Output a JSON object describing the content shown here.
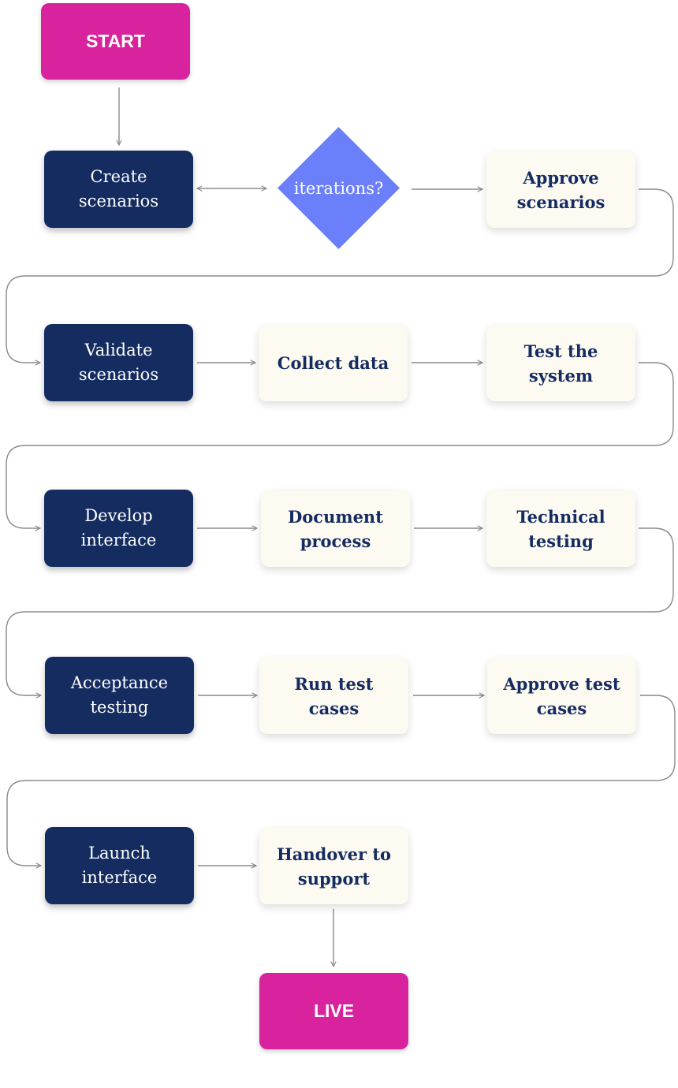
{
  "start": "START",
  "end": "LIVE",
  "decision": "iterations?",
  "steps": {
    "create_scenarios": "Create scenarios",
    "approve_scenarios": "Approve scenarios",
    "validate_scenarios": "Validate scenarios",
    "collect_data": "Collect data",
    "test_the_system": "Test the system",
    "develop_interface": "Develop interface",
    "document_process": "Document process",
    "technical_testing": "Technical testing",
    "acceptance_testing": "Acceptance testing",
    "run_test_cases": "Run test cases",
    "approve_test_cases": "Approve test cases",
    "launch_interface": "Launch interface",
    "handover_to_support": "Handover to support"
  },
  "colors": {
    "terminal": "#d9239e",
    "dark_step": "#152c61",
    "light_step": "#fdfaf2",
    "decision": "#6b7ffb",
    "connector": "#8a8a8a"
  }
}
